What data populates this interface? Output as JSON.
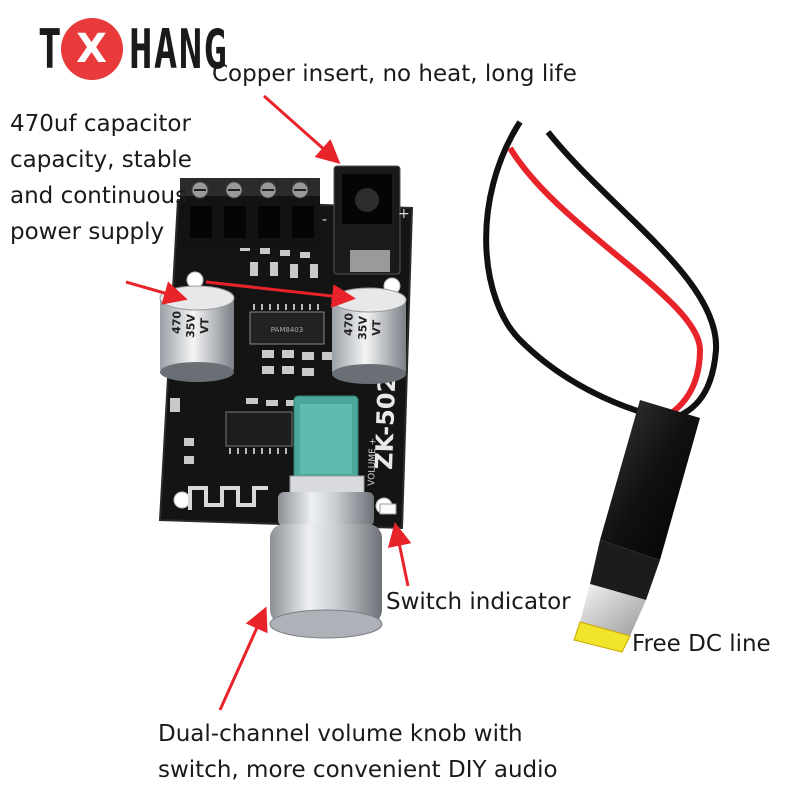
{
  "brand": {
    "prefix": "T",
    "circled": "X",
    "rest": "HANG"
  },
  "board": {
    "model": "ZK-502L",
    "volume_label": "VOLUME +",
    "chip_text": "PAM8403",
    "cap_rating_a": "470",
    "cap_rating_b": "35V",
    "cap_rating_c": "VT"
  },
  "annotations": {
    "copper": "Copper insert, no heat, long life",
    "capacitor_lines": [
      "470uf capacitor",
      "capacity, stable",
      "and continuous",
      "power supply"
    ],
    "switch_indicator": "Switch indicator",
    "free_dc": "Free DC line",
    "knob_lines": [
      "Dual-channel volume knob with",
      "switch, more convenient DIY audio"
    ]
  },
  "colors": {
    "board": "#141414",
    "arrow": "#e8242a",
    "wire_red": "#e8242a",
    "knob": "#c9cdd2",
    "pot": "#4aa79a"
  }
}
